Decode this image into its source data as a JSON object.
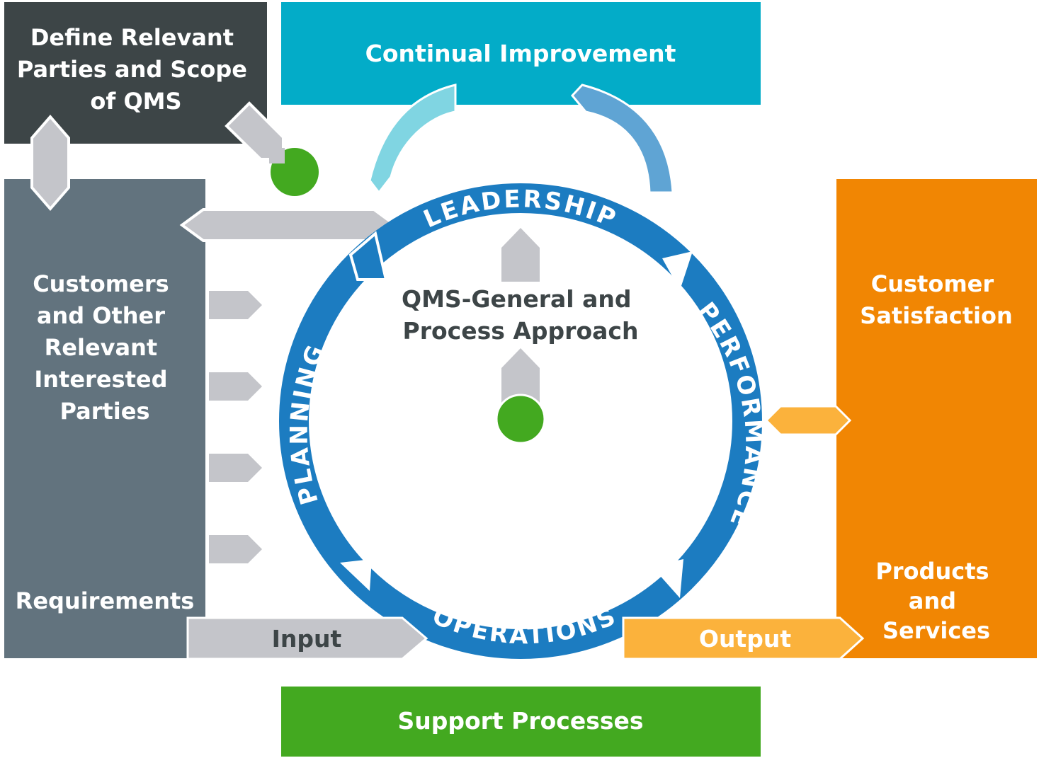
{
  "diagram": {
    "title_nodes": {
      "define_scope": {
        "lines": [
          "Define Relevant",
          "Parties and Scope",
          "of QMS"
        ],
        "color": "#3d4547"
      },
      "continual_improvement": {
        "label": "Continual Improvement",
        "color": "#03acc8"
      },
      "customers": {
        "lines": [
          "Customers",
          "and Other",
          "Relevant",
          "Interested",
          "Parties"
        ],
        "color": "#62737e"
      },
      "requirements": {
        "label": "Requirements"
      },
      "customer_satisfaction": {
        "lines": [
          "Customer",
          "Satisfaction"
        ],
        "color": "#f18603"
      },
      "products_services": {
        "lines": [
          "Products",
          "and",
          "Services"
        ]
      },
      "support_processes": {
        "label": "Support Processes",
        "color": "#43a920"
      },
      "center": {
        "lines": [
          "QMS-General and",
          "Process Approach"
        ]
      }
    },
    "ring": {
      "color": "#1c7cc1",
      "segments": [
        "LEADERSHIP",
        "PERFORMANCE",
        "OPERATIONS",
        "PLANNING"
      ]
    },
    "arrows": {
      "input": {
        "label": "Input",
        "color": "#c4c5ca"
      },
      "output": {
        "label": "Output",
        "color": "#fbb23c"
      }
    },
    "colors": {
      "gray_arrow": "#c4c5ca",
      "improvement_left": "#80d5e2",
      "improvement_right": "#5fa4d4",
      "green_dot": "#43a920",
      "feedback_arrow": "#fbb23c"
    }
  }
}
